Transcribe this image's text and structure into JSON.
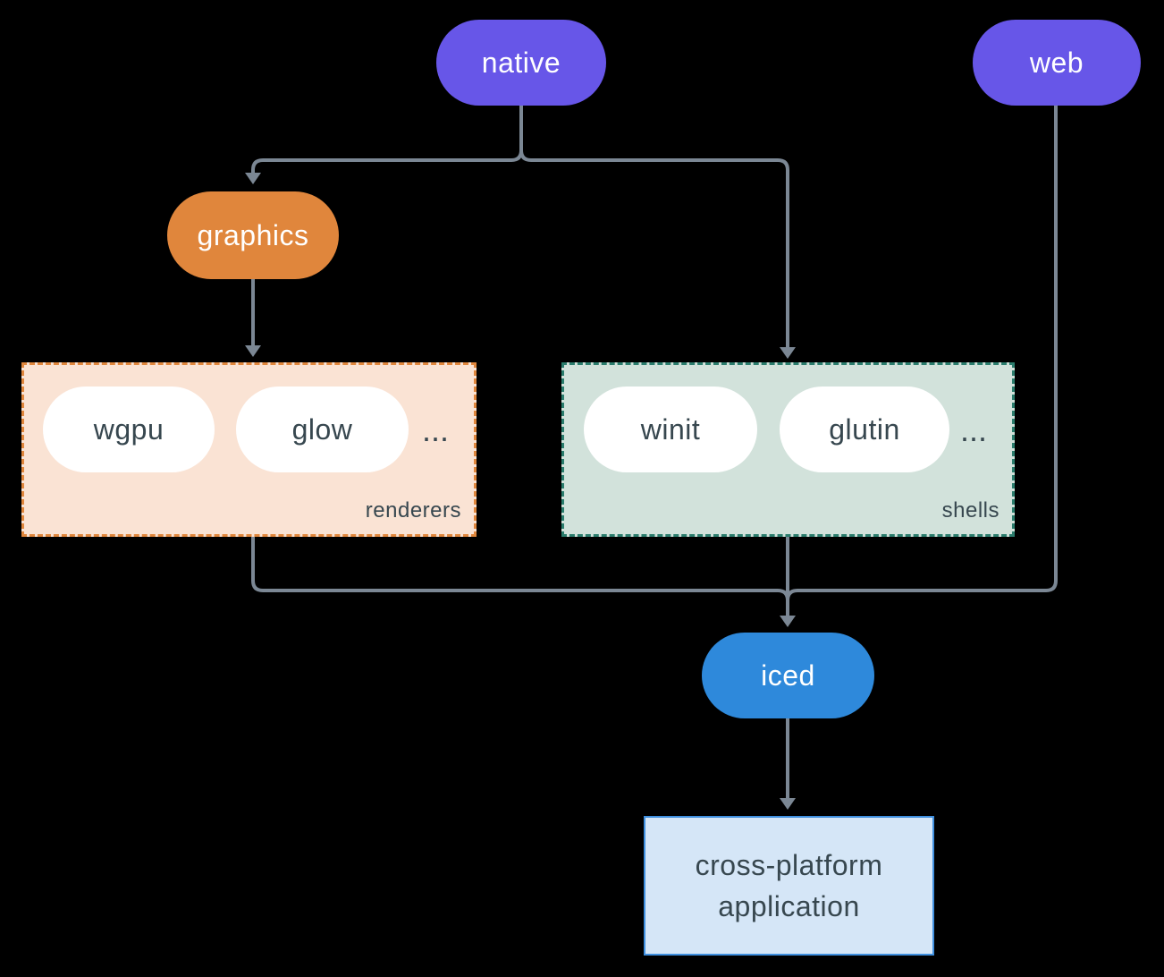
{
  "colors": {
    "background": "#000000",
    "line": "#7B8794",
    "purple": "#6756E8",
    "orange": "#E0863C",
    "blue": "#2E89DB",
    "pill-white": "#FFFFFF",
    "pill-text-light": "#FFFFFF",
    "text-dark": "#37474F",
    "renderers-bg": "#FAE3D4",
    "renderers-border": "#E0873D",
    "shells-bg": "#D2E2DB",
    "shells-border": "#2B7D6D",
    "app-bg": "#D5E6F7",
    "app-border": "#3F8FDF"
  },
  "nodes": {
    "native": {
      "label": "native"
    },
    "web": {
      "label": "web"
    },
    "graphics": {
      "label": "graphics"
    },
    "iced": {
      "label": "iced"
    },
    "application": {
      "line1": "cross-platform",
      "line2": "application"
    }
  },
  "groups": {
    "renderers": {
      "label": "renderers",
      "items": [
        "wgpu",
        "glow"
      ],
      "more": "..."
    },
    "shells": {
      "label": "shells",
      "items": [
        "winit",
        "glutin"
      ],
      "more": "..."
    }
  }
}
